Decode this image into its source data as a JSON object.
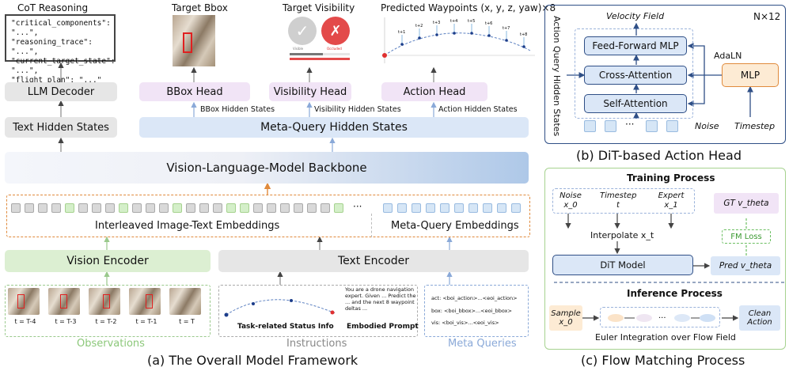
{
  "panel_a": {
    "caption": "(a)  The Overall Model Framework",
    "cot": {
      "title": "CoT Reasoning",
      "lines": [
        "\"critical_components\": \"...\",",
        "\"reasoning_trace\": \"...\",",
        "\"current_target_state\": \"...\",",
        "\"flight_plan\": \"...\""
      ]
    },
    "target_bbox": "Target Bbox",
    "target_visibility": {
      "title": "Target Visibility",
      "visible": "Visible",
      "occluded": "Occluded"
    },
    "waypoints": {
      "title": "Predicted Waypoints (x, y, z, yaw)×8",
      "labels": [
        "t+1",
        "t+2",
        "t+3",
        "t+4",
        "t+5",
        "t+6",
        "t+7",
        "t+8"
      ]
    },
    "llm_decoder": "LLM Decoder",
    "bbox_head": "BBox Head",
    "visibility_head": "Visibility Head",
    "action_head": "Action Head",
    "bbox_hidden": "BBox Hidden States",
    "visibility_hidden": "Visibility Hidden States",
    "action_hidden": "Action Hidden States",
    "text_hidden": "Text Hidden States",
    "meta_query_hidden": "Meta-Query Hidden States",
    "backbone": "Vision-Language-Model Backbone",
    "interleaved": "Interleaved Image-Text Embeddings",
    "meta_embeddings": "Meta-Query Embeddings",
    "ellipsis": "···",
    "vision_encoder": "Vision Encoder",
    "text_encoder": "Text Encoder",
    "frames": [
      "t = T-4",
      "t = T-3",
      "t = T-2",
      "t = T-1",
      "t = T"
    ],
    "observations": "Observations",
    "status_info": "Task-related Status Info",
    "prompt_text": "You are a drone navigation expert. Given ... Predict the ... and the next 8 waypoint deltas ...",
    "embodied_prompt": "Embodied Prompt",
    "instructions": "Instructions",
    "meta_queries": {
      "title": "Meta Queries",
      "lines": [
        "act: <boi_action>...<eoi_action>",
        "box: <boi_bbox>...<eoi_bbox>",
        "vis: <boi_vis>...<eoi_vis>"
      ]
    }
  },
  "panel_b": {
    "caption": "(b)  DiT-based Action Head",
    "repeat": "N×12",
    "velocity_field": "Velocity Field",
    "side_label": "Action Query Hidden States",
    "ffn": "Feed-Forward MLP",
    "cross_attn": "Cross-Attention",
    "self_attn": "Self-Attention",
    "adaln": "AdaLN",
    "mlp": "MLP",
    "noise": "Noise",
    "timestep": "Timestep",
    "ellipsis": "···"
  },
  "panel_c": {
    "caption": "(c)  Flow Matching Process",
    "training_title": "Training Process",
    "noise": [
      "Noise",
      "x_0"
    ],
    "timestep": [
      "Timestep",
      "t"
    ],
    "expert": [
      "Expert",
      "x_1"
    ],
    "gt": "GT v_theta",
    "interpolate": "Interpolate x_t",
    "fm_loss": "FM Loss",
    "dit_model": "DiT Model",
    "pred": "Pred v_theta",
    "inference_title": "Inference Process",
    "sample": [
      "Sample",
      "x_0"
    ],
    "clean": [
      "Clean",
      "Action"
    ],
    "euler": "Euler Integration over Flow Field"
  },
  "colors": {
    "navy": "#2f4f86",
    "green": "#8cc87a",
    "orange": "#e08a3c",
    "purple": "#f1e4f6",
    "blue_light": "#dbe7f7",
    "gray": "#e3e3e3"
  }
}
